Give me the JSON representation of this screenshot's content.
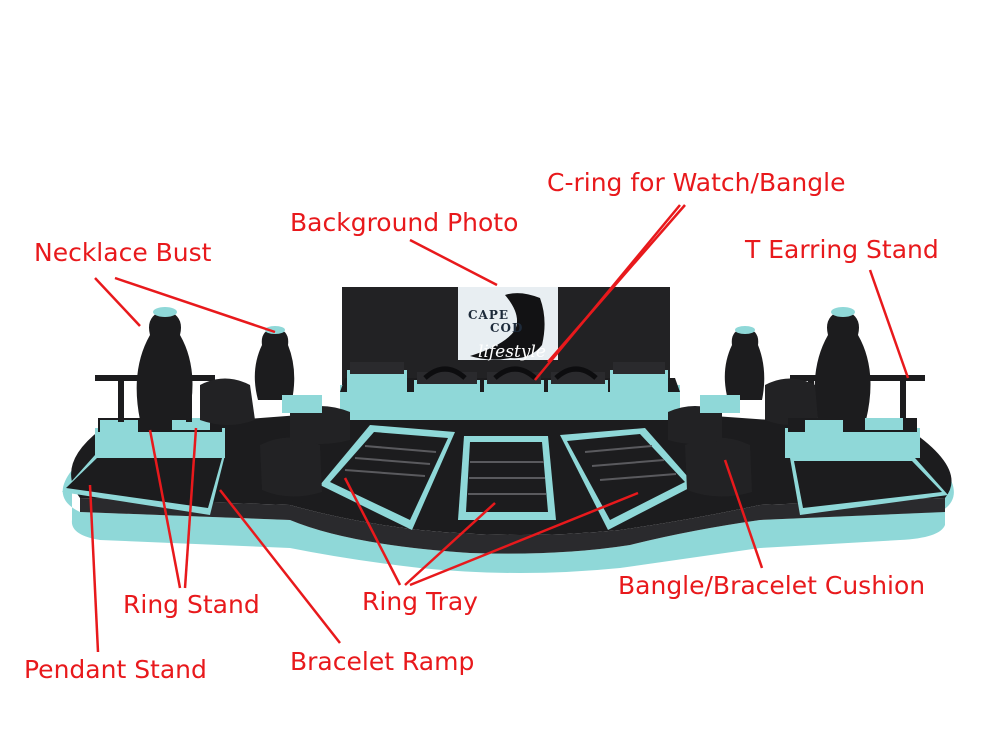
{
  "labels": {
    "necklace_bust": "Necklace Bust",
    "background_photo": "Background Photo",
    "c_ring": "C-ring for Watch/Bangle",
    "t_earring_stand": "T Earring Stand",
    "ring_stand": "Ring Stand",
    "ring_tray": "Ring Tray",
    "bangle_cushion": "Bangle/Bracelet Cushion",
    "pendant_stand": "Pendant Stand",
    "bracelet_ramp": "Bracelet Ramp"
  },
  "photo_brand": {
    "line1": "CAPE",
    "line2": "COD",
    "script": "lifestyle"
  },
  "colors": {
    "label_red": "#e8191c",
    "display_black": "#1c1c1e",
    "display_teal": "#8fd8d8"
  }
}
